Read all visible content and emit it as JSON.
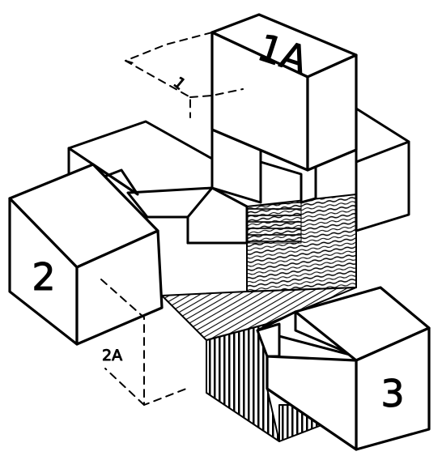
{
  "figure": {
    "labels": {
      "block_1a": "1A",
      "block_2": "2",
      "block_3": "3",
      "ghost_1": "1",
      "ghost_2a": "2A"
    }
  }
}
